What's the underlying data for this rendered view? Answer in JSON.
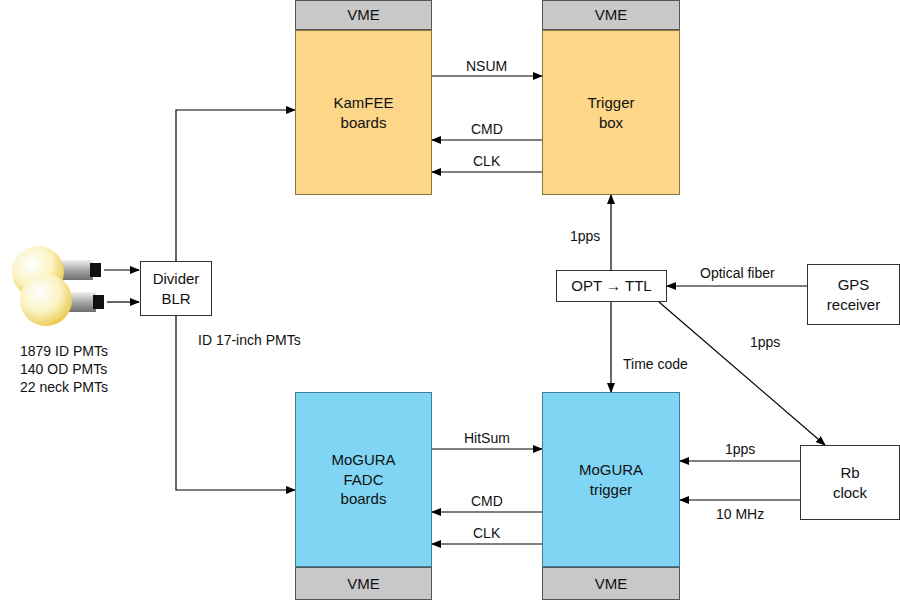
{
  "diagram": {
    "nodes": [
      {
        "text": [
          "VME"
        ]
      },
      {
        "text": [
          "VME"
        ]
      },
      {
        "text": [
          "KamFEE boards"
        ]
      },
      {
        "text": [
          "Trigger box"
        ]
      },
      {
        "text": [
          "Divider BLR"
        ]
      },
      {
        "text": [
          "OPT → TTL"
        ]
      },
      {
        "text": [
          "GPS receiver"
        ]
      },
      {
        "text": [
          "Rb clock"
        ]
      },
      {
        "text": [
          "MoGURA FADC boards"
        ]
      },
      {
        "text": [
          "MoGURA trigger"
        ]
      },
      {
        "text": [
          "VME"
        ]
      },
      {
        "text": [
          "VME"
        ]
      }
    ],
    "edges": [
      {
        "from": 2,
        "to": 3,
        "label": "NSUM",
        "arrow": "to"
      },
      {
        "from": 3,
        "to": 2,
        "label": "CMD",
        "arrow": "to"
      },
      {
        "from": 3,
        "to": 2,
        "label": "CLK",
        "arrow": "to"
      },
      {
        "from": 4,
        "to": 2,
        "arrow": "to"
      },
      {
        "from": 4,
        "to": 8,
        "label": "ID 17-inch PMTs",
        "arrow": "to"
      },
      {
        "from": 5,
        "to": 3,
        "label": "1pps",
        "arrow": "to"
      },
      {
        "from": 6,
        "to": 5,
        "label": "Optical fiber",
        "arrow": "to"
      },
      {
        "from": 5,
        "to": 9,
        "label": "Time code",
        "arrow": "to"
      },
      {
        "from": 5,
        "to": 7,
        "label": "1pps",
        "arrow": "to"
      },
      {
        "from": 7,
        "to": 9,
        "label": "1pps",
        "arrow": "to"
      },
      {
        "from": 7,
        "to": 9,
        "label": "10 MHz",
        "arrow": "to"
      },
      {
        "from": 8,
        "to": 9,
        "label": "HitSum",
        "arrow": "to"
      },
      {
        "from": 9,
        "to": 8,
        "label": "CMD",
        "arrow": "to"
      },
      {
        "from": 9,
        "to": 8,
        "label": "CLK",
        "arrow": "to"
      }
    ],
    "labels": [
      "1879 ID PMTs",
      "140 OD PMTs",
      "22 neck PMTs"
    ]
  }
}
